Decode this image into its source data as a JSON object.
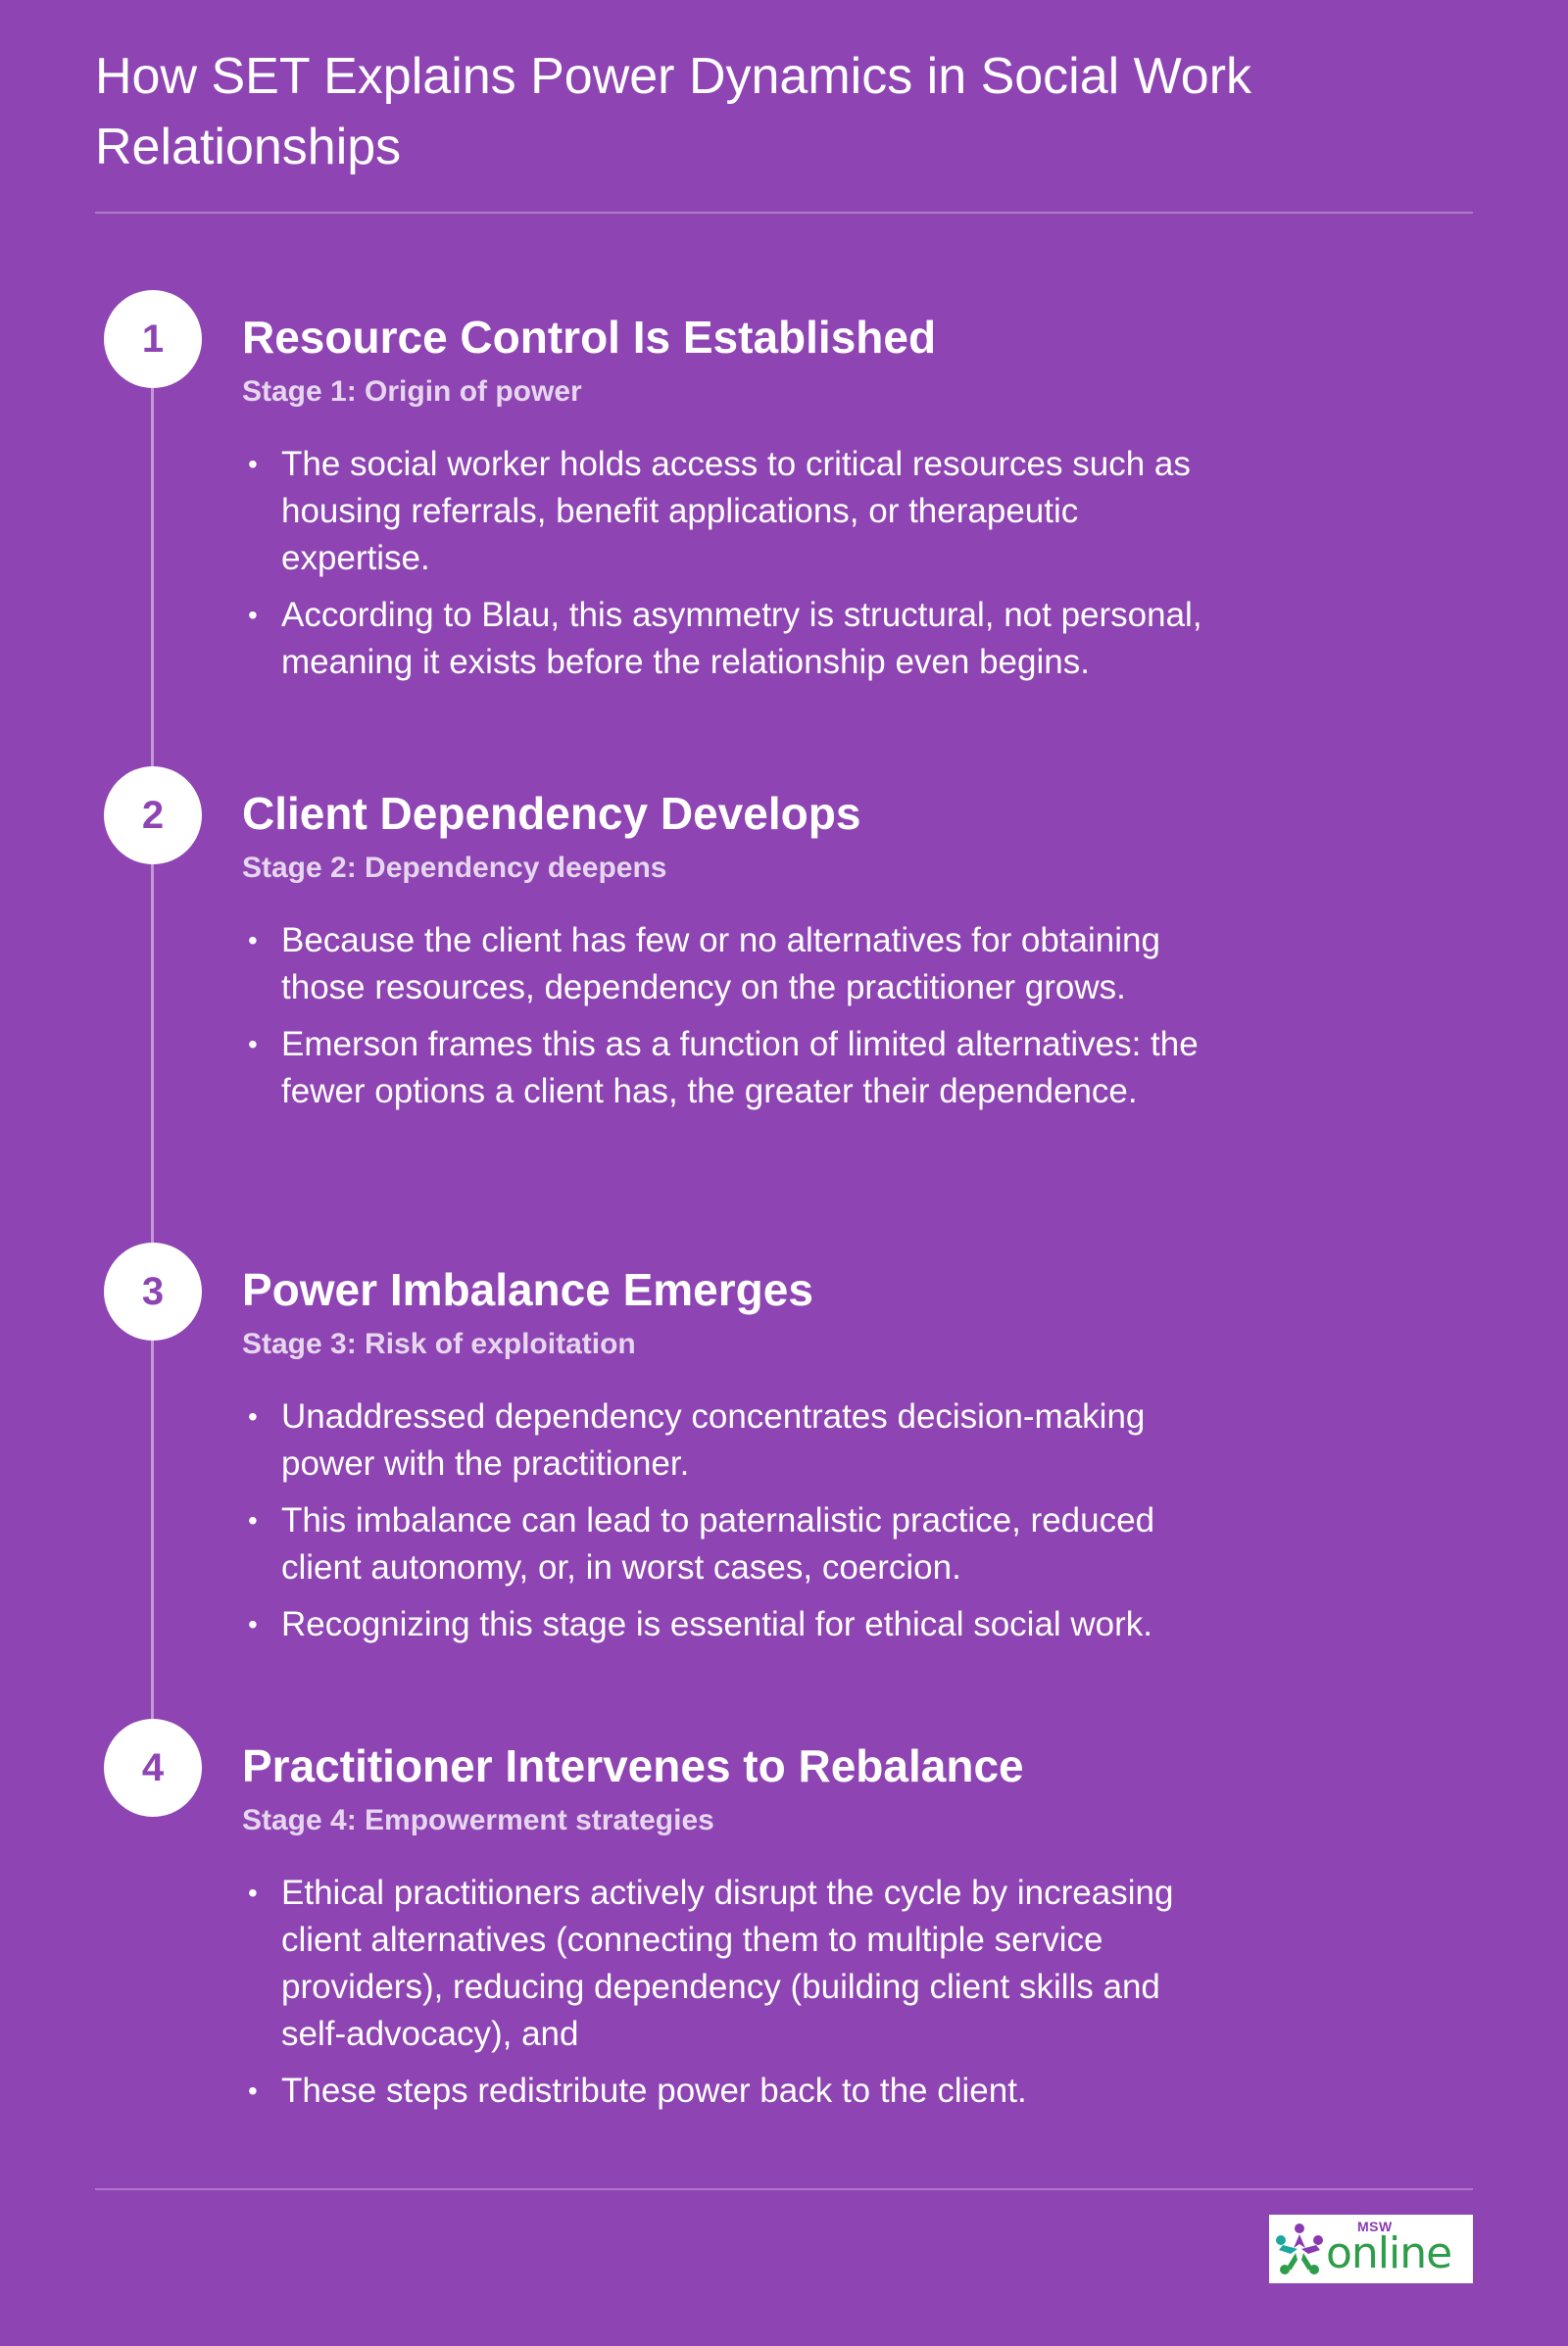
{
  "title": "How SET Explains Power Dynamics in Social Work Relationships",
  "steps": [
    {
      "number": "1",
      "title": "Resource Control Is Established",
      "subtitle": "Stage 1: Origin of power",
      "bullets": [
        "The social worker holds access to critical resources such as housing referrals, benefit applications, or therapeutic expertise.",
        "According to Blau, this asymmetry is structural, not personal, meaning it exists before the relationship even begins."
      ]
    },
    {
      "number": "2",
      "title": "Client Dependency Develops",
      "subtitle": "Stage 2: Dependency deepens",
      "bullets": [
        "Because the client has few or no alternatives for obtaining those resources, dependency on the practitioner grows.",
        "Emerson frames this as a function of limited alternatives: the fewer options a client has, the greater their dependence."
      ]
    },
    {
      "number": "3",
      "title": "Power Imbalance Emerges",
      "subtitle": "Stage 3: Risk of exploitation",
      "bullets": [
        "Unaddressed dependency concentrates decision-making power with the practitioner.",
        "This imbalance can lead to paternalistic practice, reduced client autonomy, or, in worst cases, coercion.",
        "Recognizing this stage is essential for ethical social work."
      ]
    },
    {
      "number": "4",
      "title": "Practitioner Intervenes to Rebalance",
      "subtitle": "Stage 4: Empowerment strategies",
      "bullets": [
        "Ethical practitioners actively disrupt the cycle by increasing client alternatives (connecting them to multiple service providers), reducing dependency (building client skills and self-advocacy), and",
        "These steps redistribute power back to the client."
      ]
    }
  ],
  "logo": {
    "msw": "MSW",
    "online": "online",
    "colors": {
      "purple": "#8a3ab0",
      "green": "#2e9d4a",
      "teal": "#1aa7a0"
    }
  },
  "colors": {
    "background": "#8e44b3",
    "text": "#ffffff"
  }
}
